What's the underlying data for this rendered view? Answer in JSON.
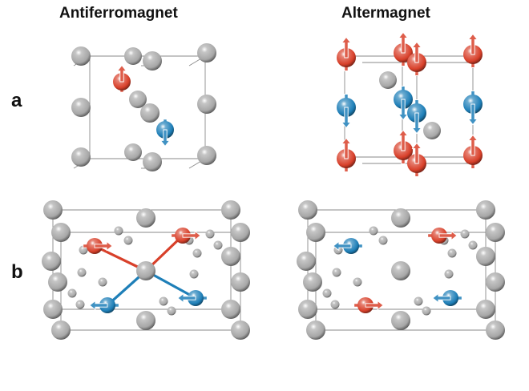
{
  "figure": {
    "column_titles": {
      "left": "Antiferromagnet",
      "right": "Altermagnet"
    },
    "row_labels": {
      "a": "a",
      "b": "b"
    }
  },
  "colors": {
    "spin_up_atom": "#d8402a",
    "spin_down_atom": "#1e7fb8",
    "nonmagnetic_atom": "#a7a7a7",
    "cell_edge": "#8a8a8a"
  },
  "panels": [
    {
      "id": "a-antiferromagnet",
      "structure": "small tetragonal cell, two magnetic atoms with opposite spins"
    },
    {
      "id": "a-altermagnet",
      "structure": "layered cell, red up-spin layers above and below a blue down-spin layer"
    },
    {
      "id": "b-antiferromagnet",
      "structure": "rectangular cell, two red and two blue atoms linked to a central gray atom"
    },
    {
      "id": "b-altermagnet",
      "structure": "rectangular cell, alternating red and blue in-plane spins"
    }
  ]
}
